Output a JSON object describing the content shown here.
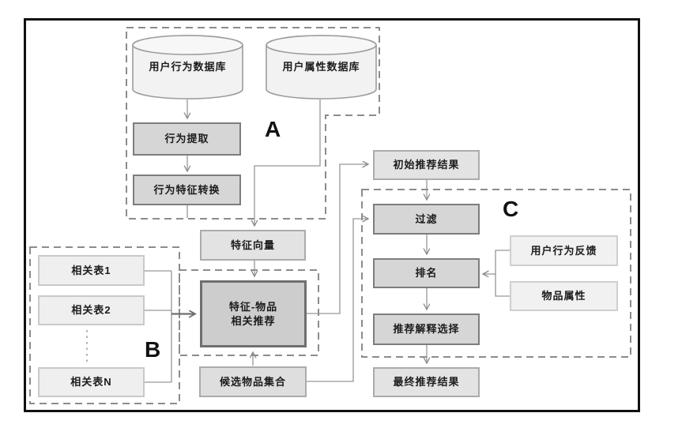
{
  "diagram": {
    "group_labels": {
      "a": "A",
      "b": "B",
      "c": "C"
    },
    "nodes": {
      "user_behavior_db": "用户行为数据库",
      "user_attribute_db": "用户属性数据库",
      "behavior_extraction": "行为提取",
      "behavior_feature_conversion": "行为特征转换",
      "feature_vector": "特征向量",
      "related_table_1": "相关表1",
      "related_table_2": "相关表2",
      "related_table_n": "相关表N",
      "feature_item_line1": "特征-物品",
      "feature_item_line2": "相关推荐",
      "candidate_item_set": "候选物品集合",
      "initial_recommendation_result": "初始推荐结果",
      "filter": "过滤",
      "ranking": "排名",
      "explanation_selection": "推荐解释选择",
      "final_recommendation_result": "最终推荐结果",
      "user_behavior_feedback": "用户行为反馈",
      "item_attribute": "物品属性"
    },
    "colors": {
      "frame": "#111111",
      "process_fill": "#d6d6d6",
      "core_fill": "#cdcdcd",
      "data_fill": "#e3e3e3",
      "table_fill": "#efefef",
      "feedback_fill": "#f1f1f1",
      "dash_stroke": "#8c8c8c",
      "line_stroke": "#969696",
      "cylinder_fill": "#f2f2f2"
    }
  }
}
